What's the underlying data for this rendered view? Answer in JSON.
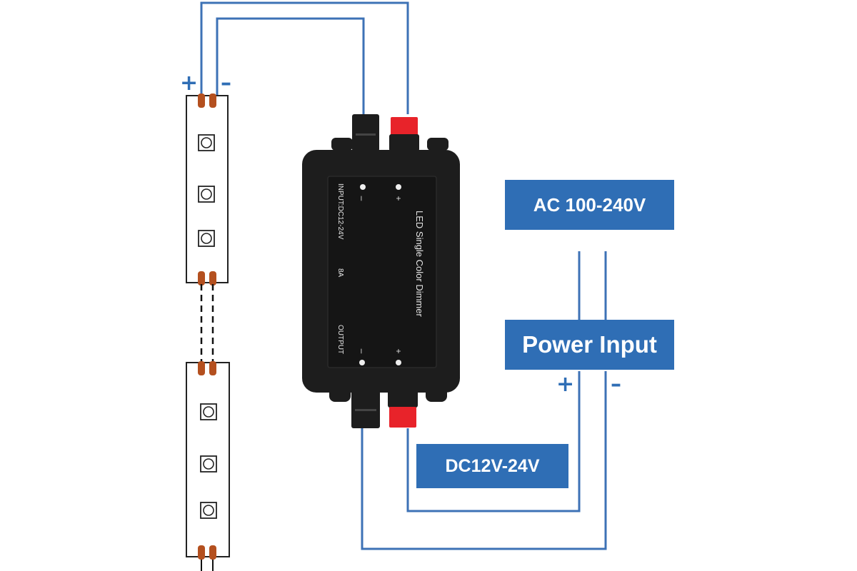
{
  "labels": {
    "ac_input": "AC 100-240V",
    "power_input": "Power Input",
    "dc_range": "DC12V-24V"
  },
  "polarity": {
    "plus": "+",
    "minus": "–"
  },
  "controller": {
    "title": "LED Single Color Dimmer",
    "input_spec": "INPUT:DC12-24V",
    "current": "8A",
    "output": "OUTPUT",
    "minus_sign": "–",
    "plus_sign": "+"
  },
  "colors": {
    "accent_blue": "#2f6eb5",
    "wire_blue": "#3d72b6",
    "device_black": "#1d1d1d",
    "terminal_red": "#e8232a",
    "solder_pad": "#b4501f",
    "white": "#ffffff"
  }
}
